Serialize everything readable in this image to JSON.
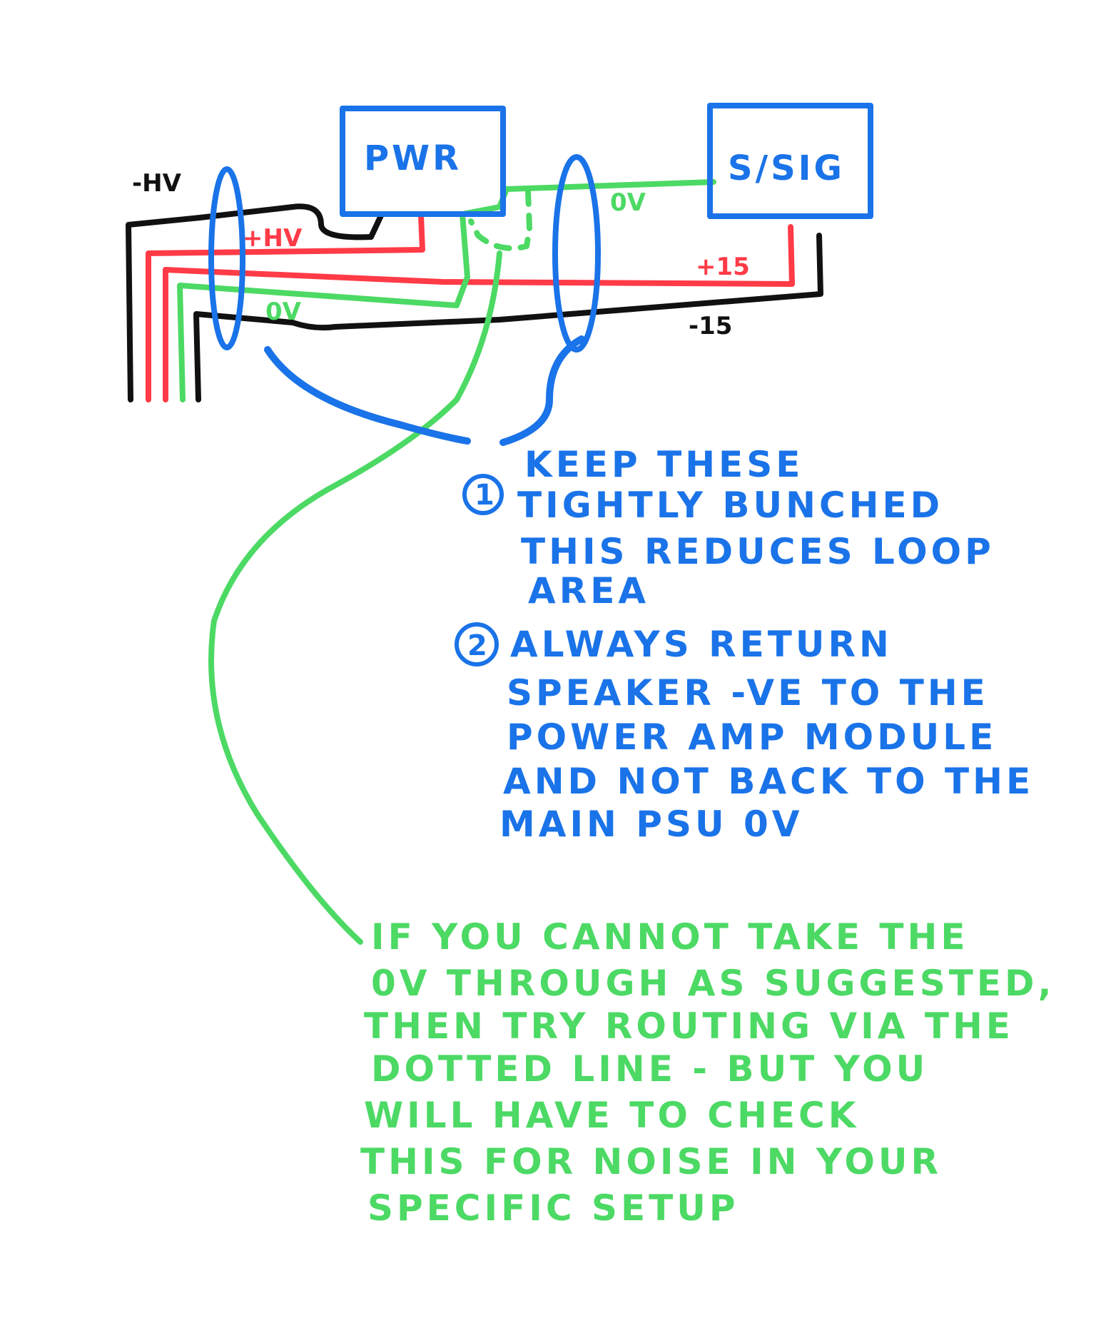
{
  "colors": {
    "blue": "#1a73e8",
    "black": "#111111",
    "red": "#ff3b47",
    "green": "#4cd964"
  },
  "boxes": {
    "pwr": "PWR",
    "sig": "S/SIG"
  },
  "rail_labels": {
    "minus_hv": "-HV",
    "plus_hv": "+HV",
    "zero_v_bottom": "0V",
    "zero_v_top": "0V",
    "plus_15": "+15",
    "minus_15": "-15"
  },
  "note1": {
    "number": "1",
    "lines": [
      "KEEP THESE",
      "TIGHTLY BUNCHED",
      "THIS REDUCES LOOP",
      "AREA"
    ]
  },
  "note2": {
    "number": "2",
    "lines": [
      "ALWAYS RETURN",
      "SPEAKER -VE TO THE",
      "POWER AMP MODULE",
      "AND NOT BACK TO THE",
      "MAIN PSU 0V"
    ]
  },
  "note3": {
    "lines": [
      "IF YOU CANNOT TAKE THE",
      "0V THROUGH AS SUGGESTED,",
      "THEN TRY ROUTING VIA THE",
      "DOTTED LINE - BUT YOU",
      "WILL HAVE TO CHECK",
      "THIS FOR NOISE IN YOUR",
      "SPECIFIC SETUP"
    ]
  }
}
